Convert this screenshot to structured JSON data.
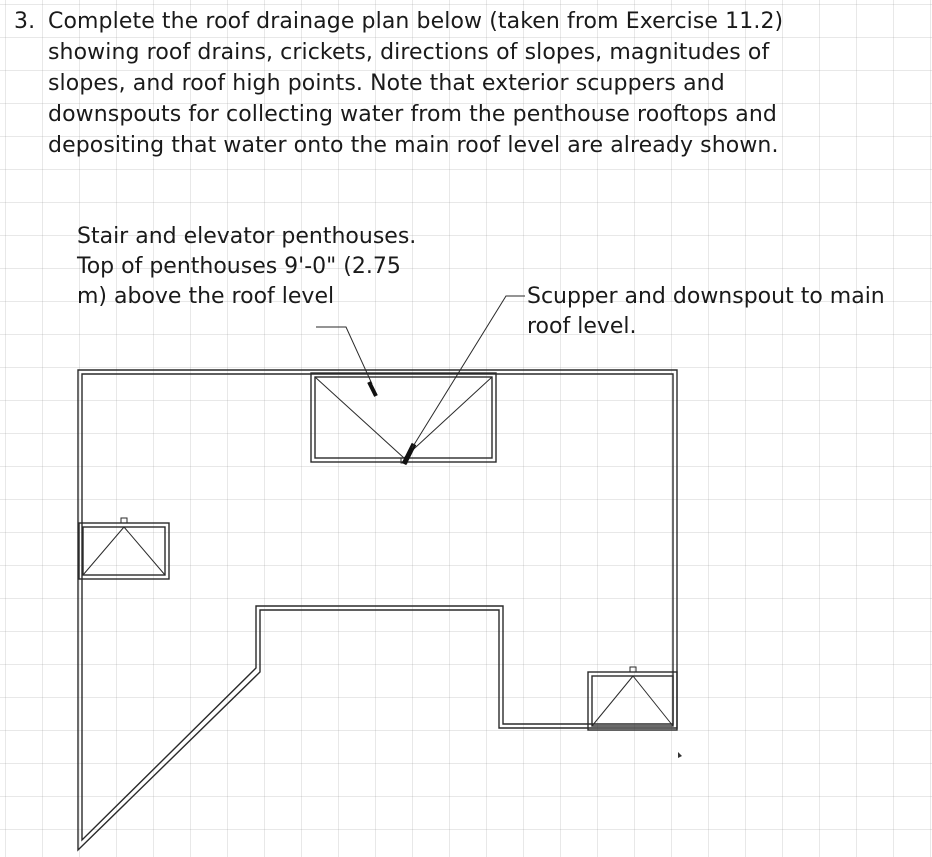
{
  "question": {
    "number": "3.",
    "text": "Complete the roof drainage plan below (taken from Exercise 11.2) showing roof drains, crickets, directions of slopes, magnitudes of slopes, and roof high points. Note that exterior scuppers and downspouts for collecting water from the penthouse rooftops and depositing that water onto the main roof level are already shown."
  },
  "callouts": {
    "penthouse": "Stair and elevator penthouses. Top of penthouses 9'-0\" (2.75 m) above the roof level",
    "scupper": "Scupper and downspout to main roof level."
  }
}
